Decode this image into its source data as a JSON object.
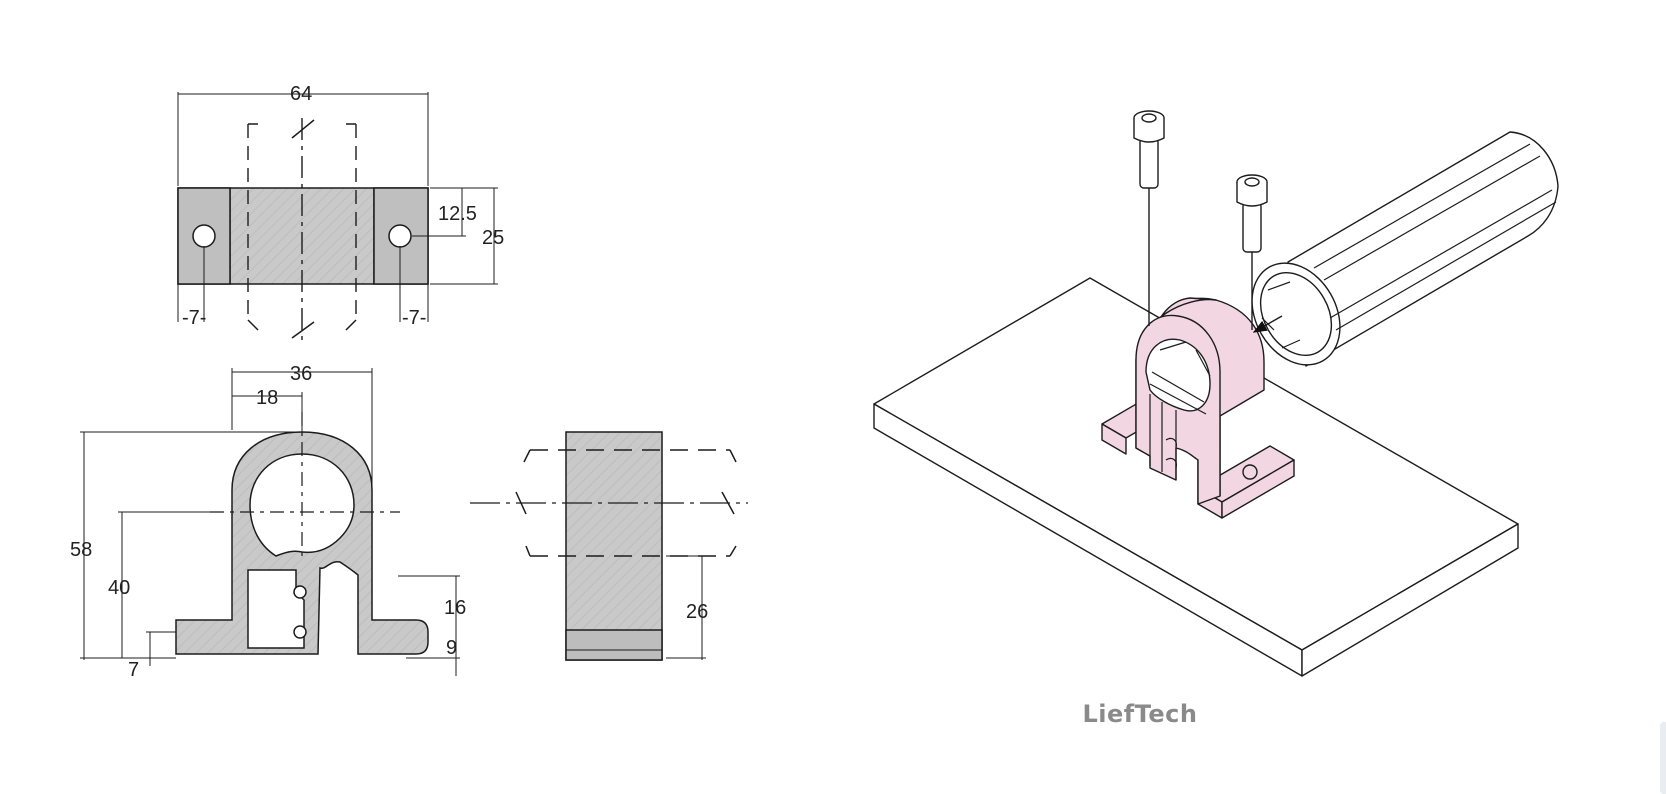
{
  "brand": {
    "name": "LiefTech"
  },
  "colors": {
    "metal": "#c8c8c8",
    "metal_hatch": "#b4b4b4",
    "bracket": "#f2d6e1",
    "line": "#1c1c1c"
  },
  "top_view": {
    "width_label": "64",
    "half_height_label": "12.5",
    "height_label": "25",
    "left_edge_label": "7",
    "right_edge_label": "7"
  },
  "front_view": {
    "width_label": "36",
    "half_width_label": "18",
    "total_height_label": "58",
    "center_height_label": "40",
    "foot_height_label": "16",
    "base_thickness_label": "9",
    "flange_label": "7"
  },
  "side_view": {
    "center_label": "26"
  },
  "iso_view": {
    "parts": [
      "base-plate",
      "pipe-bracket",
      "socket-screw",
      "pipe-profile"
    ]
  }
}
